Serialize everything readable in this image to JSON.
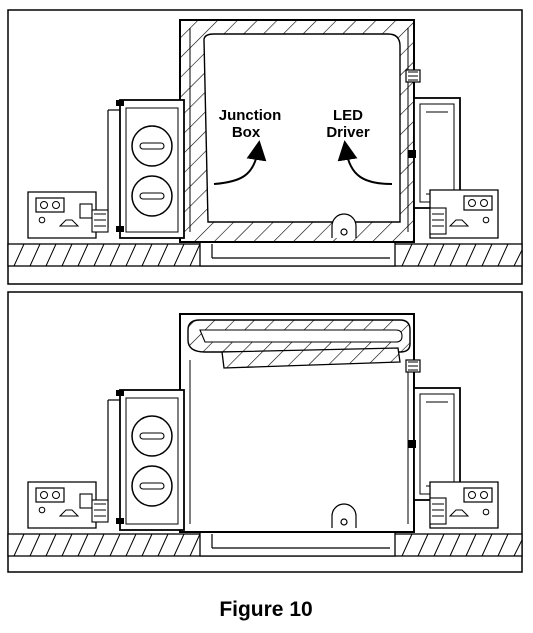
{
  "figure": {
    "caption": "Figure 10"
  },
  "top_panel": {
    "label_junction_line1": "Junction",
    "label_junction_line2": "Box",
    "label_driver_line1": "LED",
    "label_driver_line2": "Driver"
  },
  "colors": {
    "line": "#000000",
    "fill": "#ffffff",
    "mount": "#f2f2f2"
  }
}
